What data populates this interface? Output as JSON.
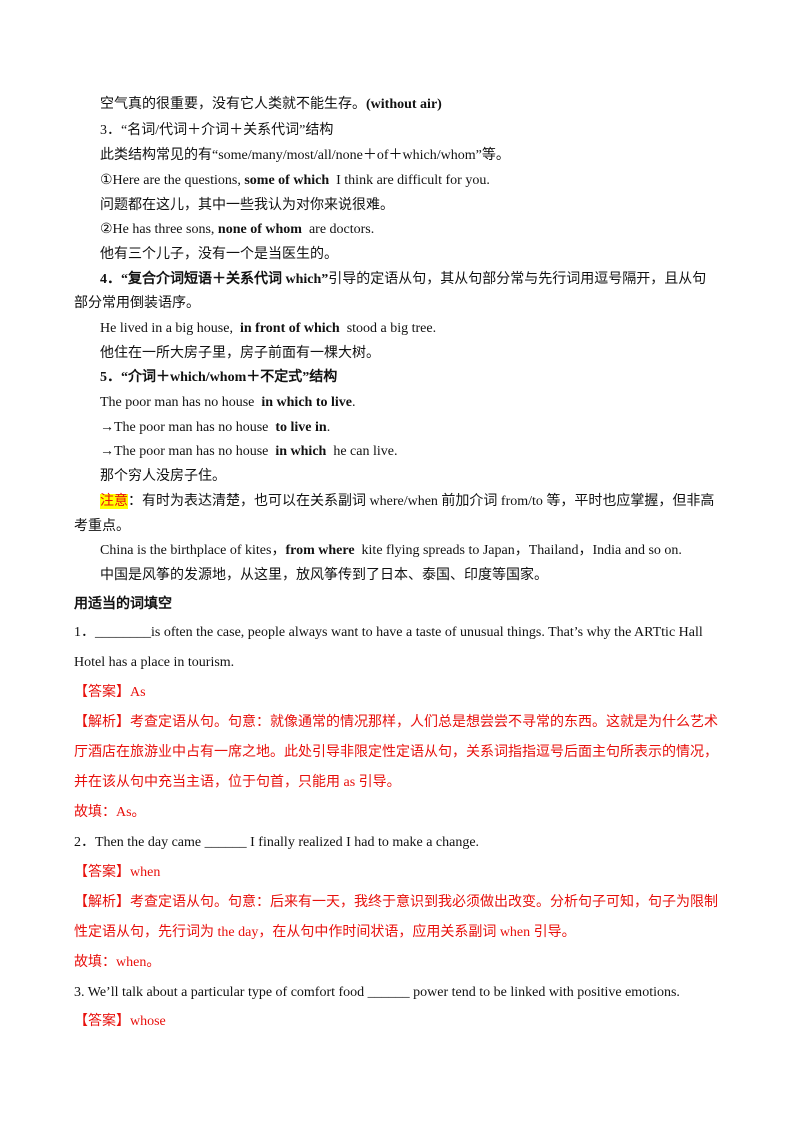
{
  "lines": {
    "l1a": "空气真的很重要，没有它人类就不能生存。",
    "l1b": "(without air)",
    "l2": "3．“名词/代词＋介词＋关系代词”结构",
    "l3": "此类结构常见的有“some/many/most/all/none＋of＋which/whom”等。",
    "l4a": "①Here are the questions,",
    "l4b": "some of which",
    "l4c": "I think are difficult for you.",
    "l5": "问题都在这儿，其中一些我认为对你来说很难。",
    "l6a": "②He has three sons,",
    "l6b": "none of whom",
    "l6c": "are doctors.",
    "l7": "他有三个儿子，没有一个是当医生的。",
    "l8a": "4．“复合介词短语＋关系代词",
    "l8b": "which”",
    "l8c": "引导的定语从句，其从句部分常与先行词用逗号隔开，且从句",
    "l9": "部分常用倒装语序。",
    "l10a": "He lived in a big house,",
    "l10b": "in front of which",
    "l10c": "stood a big tree.",
    "l11": "他住在一所大房子里，房子前面有一棵大树。",
    "l12a": "5．“介词＋",
    "l12b": "which/whom",
    "l12c": "＋不定式”结构",
    "l13a": "The poor man has no house",
    "l13b": "in which to live",
    "l13c": ".",
    "l14a": "→The poor man has no house",
    "l14b": "to live in",
    "l14c": ".",
    "l15a": "→The poor man has no house",
    "l15b": "in which",
    "l15c": "he can live.",
    "l16": "那个穷人没房子住。",
    "l17a": "注意",
    "l17b": "：有时为表达清楚，也可以在关系副词 where/when 前加介词 from/to 等，平时也应掌握，但非高",
    "l18": "考重点。",
    "l19a": "China is the birthplace of kites，",
    "l19b": "from where",
    "l19c": "kite flying spreads to Japan，Thailand，India and so on.",
    "l20": "中国是风筝的发源地，从这里，放风筝传到了日本、泰国、印度等国家。",
    "section_title": "用适当的词填空",
    "q1a": "1．________is often the case, people always want to have a taste of unusual things. That’s why the ARTtic Hall",
    "q1b": "Hotel has a place in tourism.",
    "a1": "【答案】As",
    "e1a": "【解析】考查定语从句。句意：就像通常的情况那样，人们总是想尝尝不寻常的东西。这就是为什么艺术",
    "e1b": "厅酒店在旅游业中占有一席之地。此处引导非限定性定语从句，关系词指指逗号后面主句所表示的情况，",
    "e1c": "并在该从句中充当主语，位于句首，只能用 as 引导。",
    "f1": "故填：As。",
    "q2": "2．Then the day came ______ I finally realized I had to make a change.",
    "a2": "【答案】when",
    "e2a": "【解析】考查定语从句。句意：后来有一天，我终于意识到我必须做出改变。分析句子可知，句子为限制",
    "e2b": "性定语从句，先行词为 the day，在从句中作时间状语，应用关系副词 when 引导。",
    "f2": "故填：when。",
    "q3": "3.  We’ll talk about a particular type of comfort food ______ power tend to be linked with positive emotions.",
    "a3": "【答案】whose"
  }
}
